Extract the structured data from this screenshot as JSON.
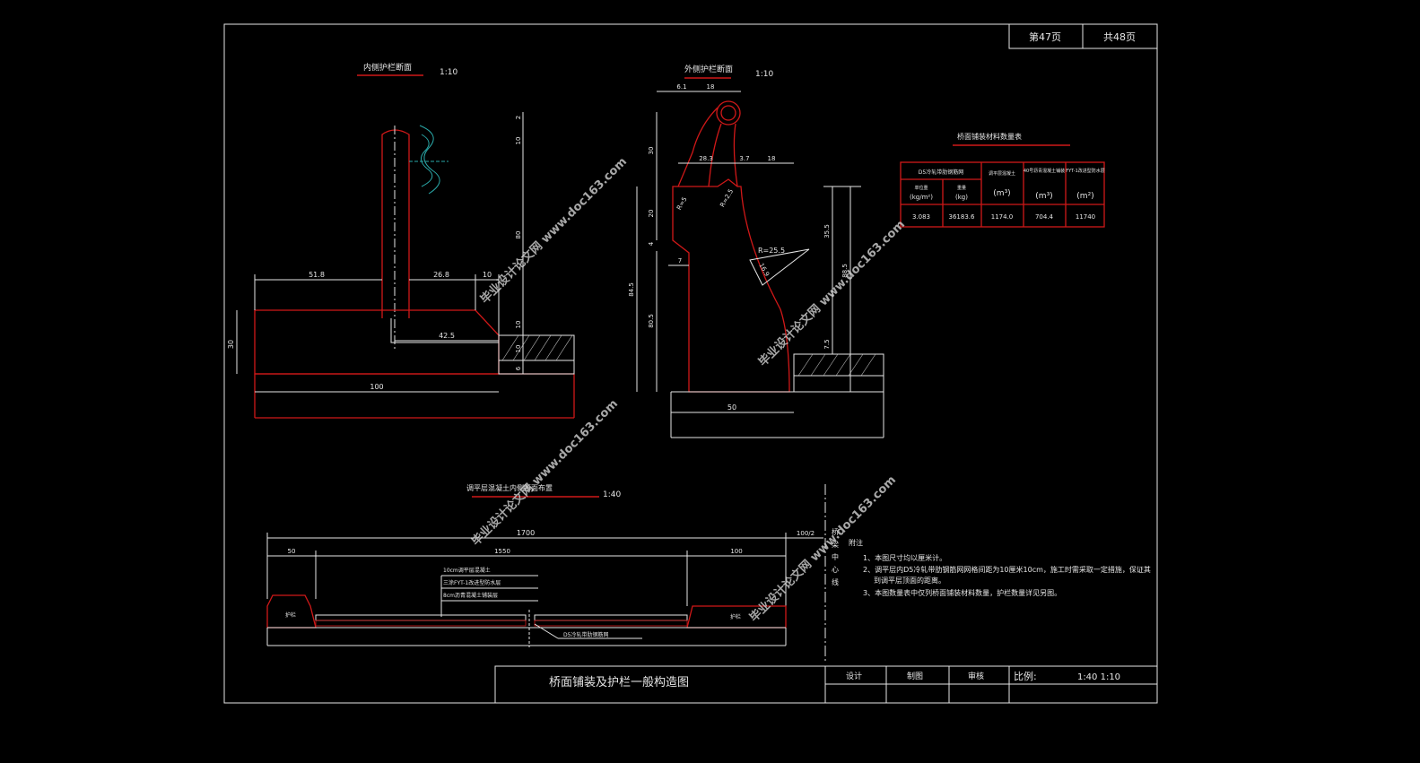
{
  "sheet": {
    "page_no": "第47页",
    "total_pages": "共48页",
    "title": "桥面铺装及护栏一般构造图",
    "scale_label": "比例:",
    "scale_value": "1:40  1:10",
    "designer_label": "设计",
    "drawer_label": "制图",
    "reviewer_label": "审核"
  },
  "views": {
    "inner_guardrail": {
      "title": "内侧护栏断面",
      "scale": "1:10"
    },
    "outer_guardrail": {
      "title": "外侧护栏断面",
      "scale": "1:10"
    },
    "deck_layout": {
      "title": "调平层混凝土内侧断面布置",
      "scale": "1:40"
    }
  },
  "dims_inner": {
    "d2": "2",
    "d10a": "10",
    "d80": "80",
    "d10b": "10",
    "d10c": "10",
    "d51_8": "51.8",
    "d26_8": "26.8",
    "d10d": "10",
    "d42_5": "42.5",
    "d30": "30",
    "d100": "100",
    "d6": "6"
  },
  "dims_outer": {
    "d6_1": "6.1",
    "d18a": "18",
    "d30": "30",
    "d28_3": "28.3",
    "d3_7": "3.7",
    "d18b": "18",
    "d20": "20",
    "d4": "4",
    "d7": "7",
    "d84_5": "84.5",
    "d80_5": "80.5",
    "r25_5": "R=25.5",
    "d35_5": "35.5",
    "d88_5": "88.5",
    "d7_5": "7.5",
    "d50": "50",
    "r5a": "R=5",
    "r2_5": "R=2.5",
    "d16_9": "16.9"
  },
  "dims_deck": {
    "d1700": "1700",
    "d100_2": "100/2",
    "d50": "50",
    "d1550": "1550",
    "d100": "100",
    "layer1": "10cm调平层混凝土",
    "layer2": "三涂FYT-1改进型防水层",
    "layer3": "8cm沥青混凝土铺装层",
    "rebar": "D5冷轧带肋钢筋网",
    "left_rail": "护栏",
    "right_rail": "护栏",
    "centerline": [
      "桥",
      "梁",
      "中",
      "心",
      "线"
    ]
  },
  "quantity_table": {
    "title": "桥面铺装材料数量表",
    "head_rebar": "D5冷轧带肋钢筋网",
    "head_unit_weight": "单位重",
    "head_unit_weight_unit": "(kg/m²)",
    "head_total": "重量",
    "head_total_unit": "(kg)",
    "head_c1": "调平层混凝土",
    "head_c1_unit": "(m³)",
    "head_c2": "40号沥青混凝土铺装",
    "head_c2_unit": "(m³)",
    "head_c3": "FYT-1改进型防水层",
    "head_c3_unit": "(m²)",
    "row": [
      "3.083",
      "36183.6",
      "1174.0",
      "704.4",
      "11740"
    ]
  },
  "notes": {
    "title": "附注",
    "n1": "1、本图尺寸均以厘米计。",
    "n2a": "2、调平层内D5冷轧带肋钢筋网网格间距为10厘米10cm，施工时需采取一定措施，保证其",
    "n2b": "到调平层顶面的距离。",
    "n3": "3、本图数量表中仅列桥面铺装材料数量，护栏数量详见另图。"
  },
  "watermark": "毕业设计论文网 www.doc163.com"
}
